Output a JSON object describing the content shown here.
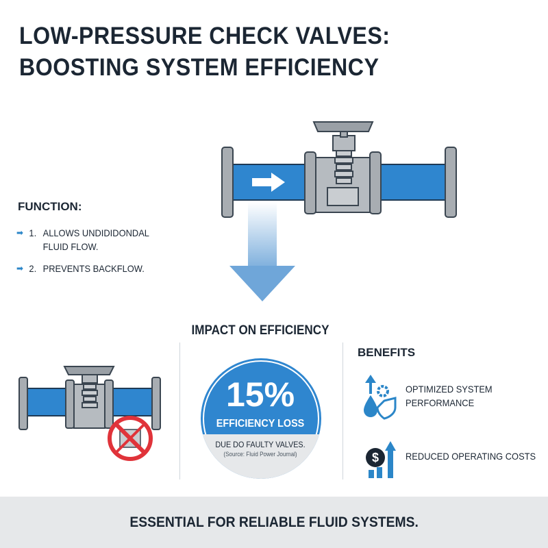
{
  "title": {
    "line1": "LOW-PRESSURE CHECK VALVES:",
    "line2": "BOOSTING SYSTEM EFFICIENCY"
  },
  "function": {
    "heading": "FUNCTION:",
    "items": [
      {
        "number": "1.",
        "text": "ALLOWS UNDIDIDONDAL FLUID FLOW."
      },
      {
        "number": "2.",
        "text": "PREVENTS BACKFLOW."
      }
    ]
  },
  "impact": {
    "heading": "IMPACT ON EFFICIENCY",
    "stat_value": "15%",
    "stat_label": "EFFICIENCY LOSS",
    "note": "DUE DO FAULTY VALVES.",
    "source": "(Source: Fluid Power Journal)"
  },
  "benefits": {
    "heading": "BENEFITS",
    "items": [
      {
        "label_line1": "OPTIMIZED SYSTEM",
        "label_line2": "PERFORMANCE",
        "icon": "performance-gear-drop-icon"
      },
      {
        "label_line1": "REDUCED OPERATING COSTS",
        "label_line2": "",
        "icon": "dollar-growth-icon"
      }
    ]
  },
  "footer": {
    "text": "ESSENTIAL FOR RELIABLE FLUID SYSTEMS."
  },
  "colors": {
    "pipe_blue": "#2f86cf",
    "metal_gray": "#a8adb2",
    "accent_blue": "#2b86c8",
    "stop_red": "#e0333a",
    "footer_bg": "#e6e8ea"
  }
}
